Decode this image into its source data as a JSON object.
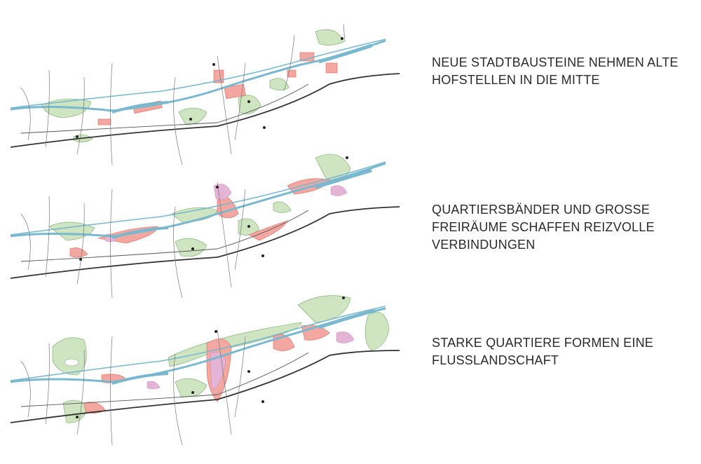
{
  "colors": {
    "river": "#7ab8d0",
    "green_space": "#cfe4c0",
    "green_edge": "#6fa866",
    "urban_block": "#f2a7a0",
    "urban_edge": "#e0665c",
    "quarter_band": "#e3b4d6",
    "road": "#555555",
    "railway": "#333333"
  },
  "panels": [
    {
      "caption_lines": [
        "NEUE STADTBAUSTEINE NEHMEN ALTE",
        "HOFSTELLEN IN DIE MITTE"
      ]
    },
    {
      "caption_lines": [
        "QUARTIERSBÄNDER UND GROSSE",
        "FREIRÄUME SCHAFFEN REIZVOLLE",
        "VERBINDUNGEN"
      ]
    },
    {
      "caption_lines": [
        "STARKE QUARTIERE FORMEN EINE",
        "FLUSSLANDSCHAFT"
      ]
    }
  ]
}
